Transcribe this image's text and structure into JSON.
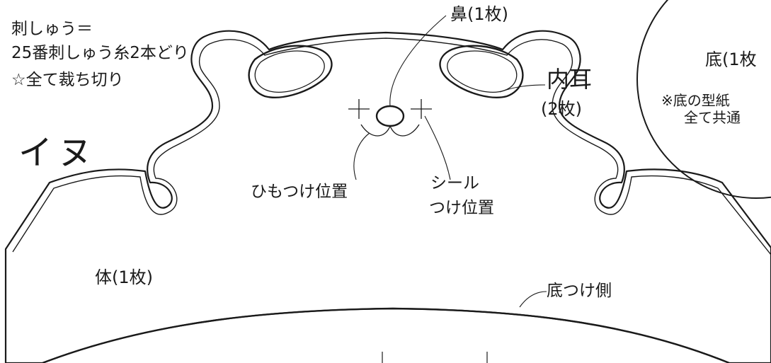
{
  "instructions": {
    "line1": "刺しゅう＝",
    "line2": "25番刺しゅう糸2本どり",
    "line3": "☆全て裁ち切り"
  },
  "title": "イヌ",
  "labels": {
    "nose": "鼻(1枚)",
    "inner_ear": "内耳",
    "inner_ear_count": "(2枚)",
    "string_position": "ひもつけ位置",
    "seal_line1": "シール",
    "seal_line2": "つけ位置",
    "body": "体(1枚)",
    "bottom_side": "底つけ側"
  },
  "bottom_piece": {
    "label": "底(1枚",
    "note_line1": "※底の型紙",
    "note_line2": "全て共通"
  },
  "colors": {
    "line": "#1a1a1a",
    "background": "#ffffff"
  }
}
